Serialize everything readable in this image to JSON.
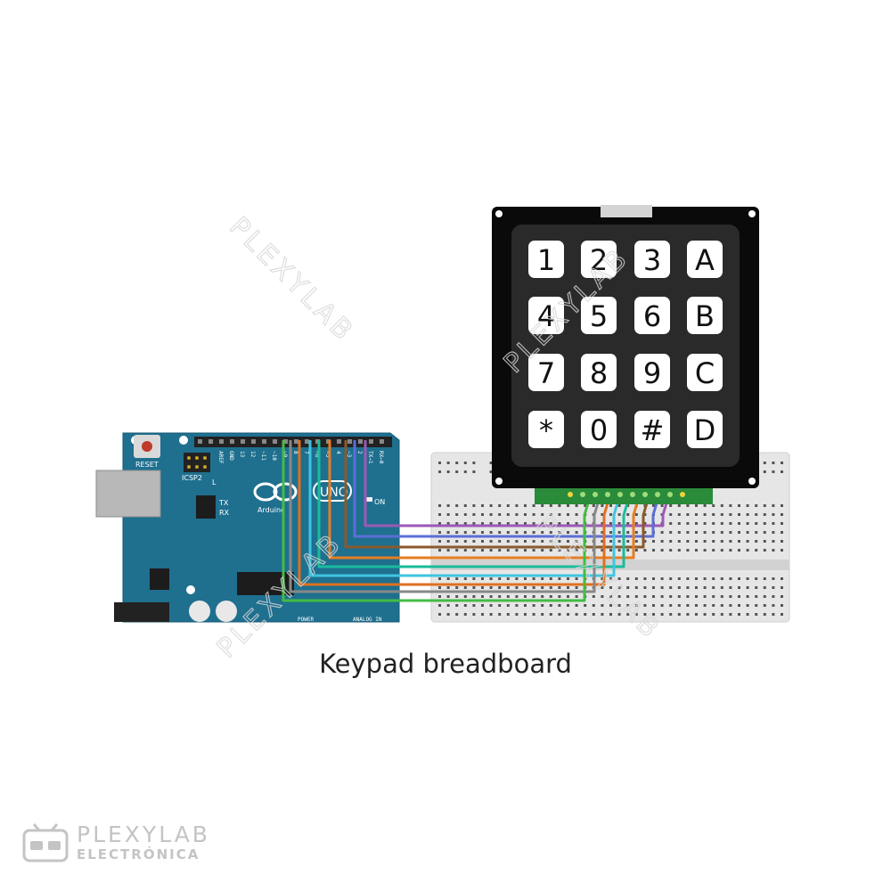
{
  "caption": "Keypad breadboard",
  "keypad": {
    "rows": [
      [
        "1",
        "2",
        "3",
        "A"
      ],
      [
        "4",
        "5",
        "6",
        "B"
      ],
      [
        "7",
        "8",
        "9",
        "C"
      ],
      [
        "*",
        "0",
        "#",
        "D"
      ]
    ]
  },
  "board": {
    "reset_label": "RESET",
    "icsp_label": "ICSP2",
    "led_l": "L",
    "led_tx": "TX",
    "led_rx": "RX",
    "on_label": "ON",
    "brand": "Arduino",
    "model": "UNO",
    "power_label": "POWER",
    "analog_label": "ANALOG IN",
    "header_labels": [
      "AREF",
      "GND",
      "13",
      "12",
      "~11",
      "~10",
      "~9",
      "8",
      "7",
      "~6",
      "~5",
      "4",
      "~3",
      "2",
      "TX→1",
      "RX←0"
    ]
  },
  "wires": {
    "colors": [
      "#9b59b6",
      "#5b6fd6",
      "#8b5a2b",
      "#e67e22",
      "#1abc9c",
      "#3fc5e0",
      "#e07020",
      "#888888",
      "#44bb44"
    ]
  },
  "watermark": {
    "text": "PLEXYLAB",
    "color": "#d6d6d6"
  },
  "logo": {
    "line1": "PLEXYLAB",
    "line2": "ELECTRÓNICA"
  }
}
